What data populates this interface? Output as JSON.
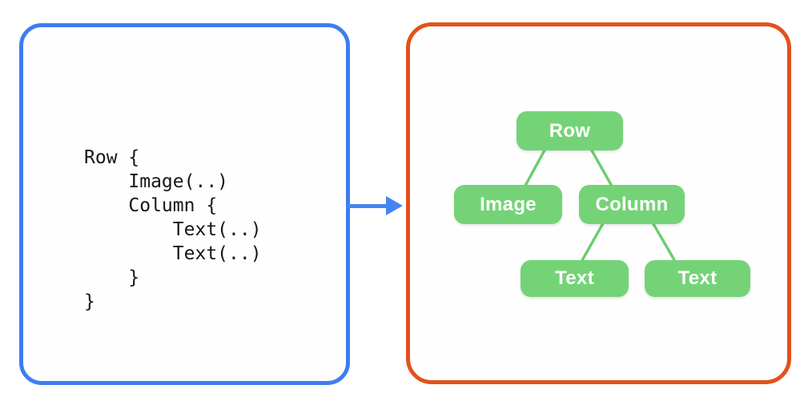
{
  "code_panel": {
    "code": "Row {\n    Image(..)\n    Column {\n        Text(..)\n        Text(..)\n    }\n}"
  },
  "tree_panel": {
    "nodes": {
      "row": {
        "label": "Row"
      },
      "image": {
        "label": "Image"
      },
      "column": {
        "label": "Column"
      },
      "text_left": {
        "label": "Text"
      },
      "text_right": {
        "label": "Text"
      }
    },
    "edges": [
      [
        "row",
        "image"
      ],
      [
        "row",
        "column"
      ],
      [
        "column",
        "text_left"
      ],
      [
        "column",
        "text_right"
      ]
    ]
  },
  "colors": {
    "code_panel_border": "#3D7DF0",
    "arrow": "#4285F4",
    "tree_panel_border": "#E3511B",
    "node_fill": "#74D377",
    "edge_line": "#69CE6E",
    "node_text": "#FFFFFF",
    "code_text": "#171717",
    "background": "#FFFFFF"
  }
}
